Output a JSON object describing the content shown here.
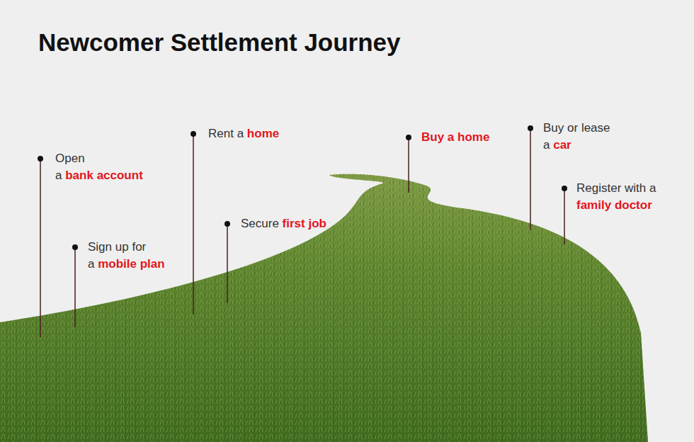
{
  "diagram": {
    "title": "Newcomer Settlement Journey",
    "labels": [
      "Open a bank account",
      "Sign up for a mobile plan",
      "Rent a home",
      "Secure first job",
      "Buy a home",
      "Buy or lease a car",
      "Register with a family doctor"
    ]
  }
}
